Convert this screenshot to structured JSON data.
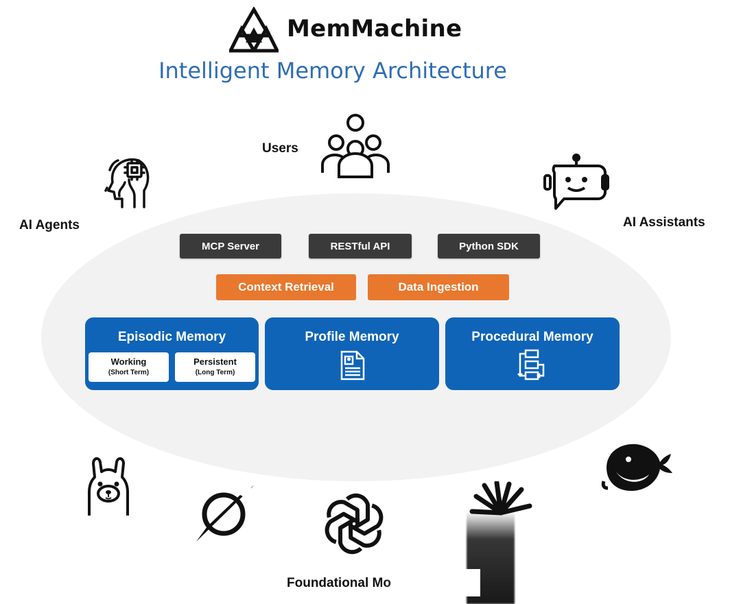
{
  "header": {
    "brand_name": "MemMachine",
    "subtitle": "Intelligent Memory Architecture",
    "logo_icon": "triangles-logo-icon"
  },
  "actors": {
    "users": "Users",
    "ai_agents": "AI Agents",
    "ai_assistants": "AI Assistants"
  },
  "interfaces": [
    "MCP Server",
    "RESTful API",
    "Python SDK"
  ],
  "operations": [
    "Context Retrieval",
    "Data Ingestion"
  ],
  "memories": {
    "episodic": {
      "title": "Episodic Memory",
      "working": {
        "label": "Working",
        "note": "(Short Term)"
      },
      "persistent": {
        "label": "Persistent",
        "note": "(Long Term)"
      }
    },
    "profile": {
      "title": "Profile Memory",
      "icon": "document-icon"
    },
    "procedural": {
      "title": "Procedural Memory",
      "icon": "flowchart-icon"
    }
  },
  "footer": {
    "label": "Foundational Mo"
  },
  "colors": {
    "accent_blue": "#0f64b8",
    "subtitle_blue": "#2f6db5",
    "orange": "#e8782e",
    "dark_button": "#3a3a3a",
    "ellipse": "#f2f2f2"
  },
  "model_icons": [
    "llama-icon",
    "perplexity-icon",
    "openai-icon",
    "grok-icon",
    "deepseek-whale-icon"
  ]
}
